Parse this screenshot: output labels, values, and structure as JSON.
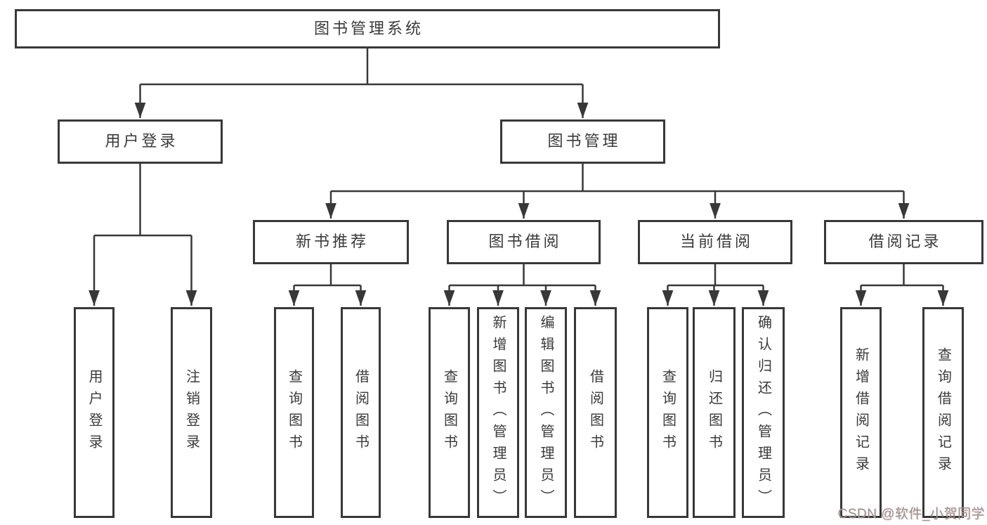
{
  "colors": {
    "line": "#383838",
    "box_border": "#383838",
    "text": "#3a3a3a",
    "background": "#ffffff",
    "watermark_text": "#949494"
  },
  "watermark": "CSDN @软件_小贺同学",
  "tree": {
    "root": {
      "label": "图书管理系统",
      "children": [
        {
          "label": "用户登录",
          "children": [
            {
              "label": "用户登录"
            },
            {
              "label": "注销登录"
            }
          ]
        },
        {
          "label": "图书管理",
          "children": [
            {
              "label": "新书推荐",
              "children": [
                {
                  "label": "查询图书"
                },
                {
                  "label": "借阅图书"
                }
              ]
            },
            {
              "label": "图书借阅",
              "children": [
                {
                  "label": "查询图书"
                },
                {
                  "label": "新增图书（管理员）"
                },
                {
                  "label": "编辑图书（管理员）"
                },
                {
                  "label": "借阅图书"
                }
              ]
            },
            {
              "label": "当前借阅",
              "children": [
                {
                  "label": "查询图书"
                },
                {
                  "label": "归还图书"
                },
                {
                  "label": "确认归还（管理员）"
                }
              ]
            },
            {
              "label": "借阅记录",
              "children": [
                {
                  "label": "新增借阅记录"
                },
                {
                  "label": "查询借阅记录"
                }
              ]
            }
          ]
        }
      ]
    }
  }
}
